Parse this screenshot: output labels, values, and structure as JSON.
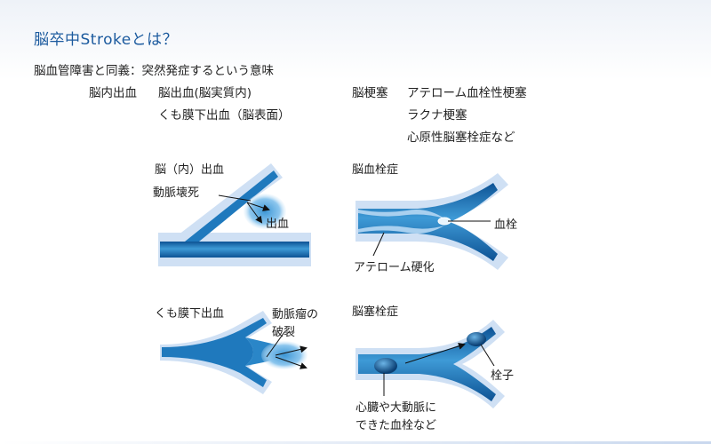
{
  "title": "脳卒中Strokeとは？",
  "intro": {
    "definition": "脳血管障害と同義：突然発症するという意味",
    "hemorrhage_heading": "脳内出血",
    "hemorrhage_items": [
      "脳出血(脳実質内)",
      "くも膜下出血（脳表面）"
    ],
    "infarction_heading": "脳梗塞",
    "infarction_items": [
      "アテローム血栓性梗塞",
      "ラクナ梗塞",
      "心原性脳塞栓症など"
    ]
  },
  "panels": {
    "intracerebral": {
      "title": "脳（内）出血",
      "label_artery": "動脈壊死",
      "label_bleed": "出血"
    },
    "thrombosis": {
      "title": "脳血栓症",
      "label_thrombus": "血栓",
      "label_atheroma": "アテローム硬化"
    },
    "subarachnoid": {
      "title": "くも膜下出血",
      "label_aneurysm_1": "動脈瘤の",
      "label_aneurysm_2": "破裂"
    },
    "embolism": {
      "title": "脳塞栓症",
      "label_embolus": "栓子",
      "label_source_1": "心臓や大動脈に",
      "label_source_2": "できた血栓など"
    }
  },
  "colors": {
    "title": "#1b5a9e",
    "vessel_wall": "#a8c9ec",
    "vessel_outline": "#cfe0f4",
    "vessel_lumen": "#2a86c8",
    "lumen_dark": "#0c4d8c",
    "bleed": "#6fb4e6"
  }
}
